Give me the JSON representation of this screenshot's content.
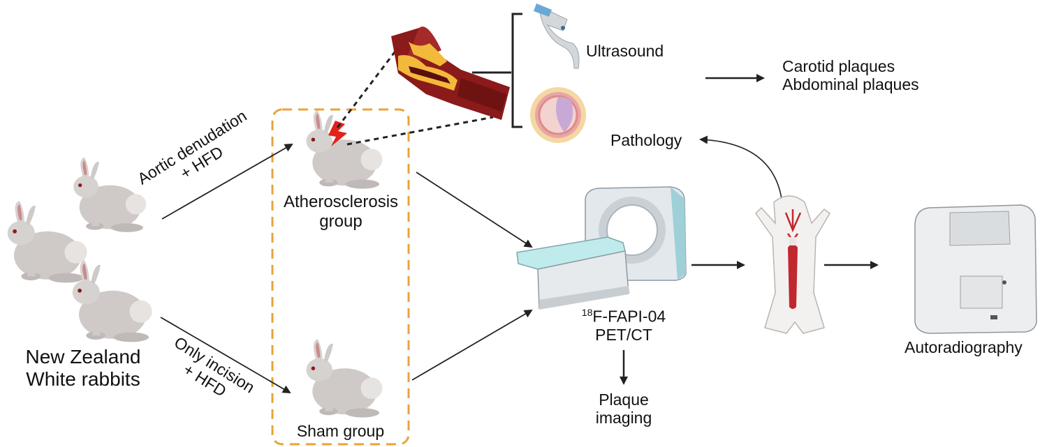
{
  "labels": {
    "rabbits_line1": "New Zealand",
    "rabbits_line2": "White rabbits",
    "denudation_line1": "Aortic denudation",
    "denudation_line2": "+ HFD",
    "incision_line1": "Only incision",
    "incision_line2": "+ HFD",
    "athero_line1": "Atherosclerosis",
    "athero_line2": "group",
    "sham": "Sham group",
    "ultrasound": "Ultrasound",
    "pathology": "Pathology",
    "carotid": "Carotid plaques",
    "abdominal": "Abdominal plaques",
    "pet_sup": "18",
    "pet_tracer": "F-FAPI-04",
    "pet_modality": "PET/CT",
    "plaque_line1": "Plaque",
    "plaque_line2": "imaging",
    "autoradiography": "Autoradiography"
  },
  "icons": [
    "rabbit-icon",
    "artery-plaque-icon",
    "ultrasound-probe-icon",
    "artery-cross-section-icon",
    "pet-ct-scanner-icon",
    "dissected-rabbit-icon",
    "autoradiography-machine-icon",
    "lightning-icon"
  ],
  "colors": {
    "dashed_box": "#E8A33A",
    "artery_outer": "#8B1A1A",
    "plaque": "#F2B93B",
    "lightning": "#E2231A",
    "rabbit_fur": "#C9C4C2",
    "arrow": "#222222"
  }
}
